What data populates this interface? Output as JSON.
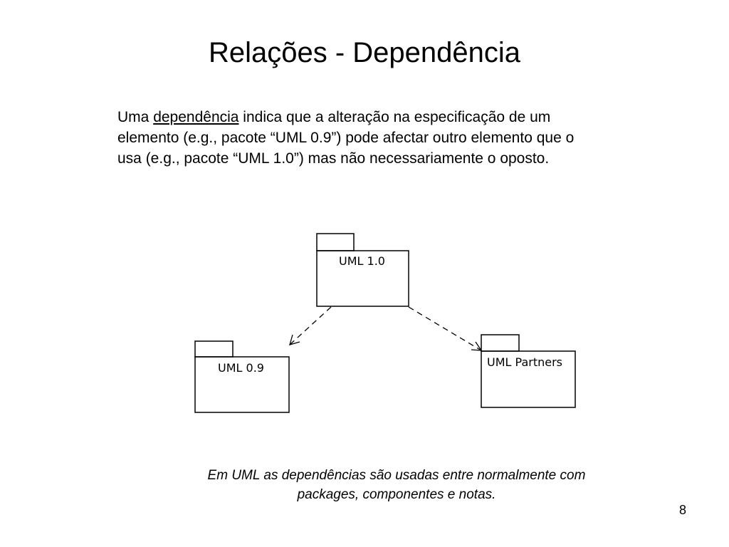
{
  "title": "Relações - Dependência",
  "intro": {
    "before": "Uma ",
    "term": "dependência",
    "after": " indica que a alteração na especificação de um",
    "line2": "elemento (e.g., pacote “UML 0.9”) pode afectar outro elemento que o",
    "line3": "usa (e.g., pacote “UML 1.0”) mas não necessariamente o oposto."
  },
  "diagram": {
    "packages": {
      "uml10": "UML 1.0",
      "uml09": "UML 0.9",
      "partners": "UML Partners"
    },
    "dependencies": [
      {
        "from": "UML 1.0",
        "to": "UML 0.9",
        "style": "dashed-open-arrow"
      },
      {
        "from": "UML 1.0",
        "to": "UML Partners",
        "style": "dashed-open-arrow"
      }
    ]
  },
  "caption": {
    "line1": "Em UML as dependências são usadas entre normalmente com",
    "line2": "packages, componentes e notas."
  },
  "page_number": "8"
}
